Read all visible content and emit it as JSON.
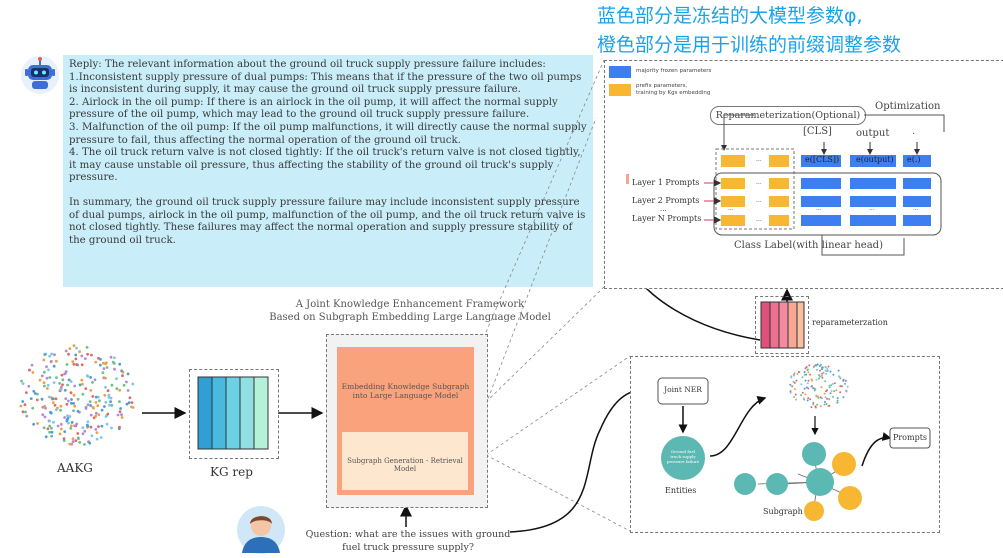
{
  "header": {
    "line1": "蓝色部分是冻结的大模型参数φ,",
    "line2": "橙色部分是用于训练的前缀调整参数"
  },
  "reply": {
    "intro": "Reply: The relevant information about the ground oil truck supply pressure failure includes:",
    "items": [
      "1.Inconsistent supply pressure of dual pumps: This means that if the pressure of the two oil pumps is inconsistent during supply, it may cause the ground oil truck supply pressure failure.",
      "2. Airlock in the oil pump: If there is an airlock in the oil pump, it will affect the normal supply pressure of the oil pump, which may lead to the ground oil truck supply pressure failure.",
      "3. Malfunction of the oil pump: If the oil pump malfunctions, it will directly cause the normal supply pressure to fail, thus affecting the normal operation of the ground oil truck.",
      "4. The oil truck return valve is not closed tightly: If the oil truck's return valve is not closed tightly, it may cause unstable oil pressure, thus affecting the stability of the ground oil truck's supply pressure."
    ],
    "summary": "In summary, the ground oil truck supply pressure failure may include inconsistent supply pressure of dual pumps, airlock in the oil pump, malfunction of the oil pump, and the oil truck return valve is not closed tightly. These failures may affect the normal operation and supply pressure stability of the ground oil truck."
  },
  "framework": {
    "title_line1": "A Joint Knowledge Enhancement Framework",
    "title_line2": "Based on Subgraph Embedding Large Language Model",
    "embed_label": "Embedding Knowledge Subgraph into Large Language Model",
    "retrieval_label": "Subgraph Generation - Retrieval Model"
  },
  "left": {
    "aakg_label": "AAKG",
    "kgrep_label": "KG rep"
  },
  "question": {
    "line1": "Question: what are the issues with ground",
    "line2": "fuel truck pressure supply?"
  },
  "prefix_panel": {
    "legend_blue": "majority frozen parameters",
    "legend_orange_1": "prefix parameters,",
    "legend_orange_2": "training by Kgs embedding",
    "optimization": "Optimization",
    "reparam_optional": "Reparameterization(Optional)",
    "cls": "[CLS]",
    "output": "output",
    "dot": ".",
    "e_cls": "e([CLS])",
    "e_output": "e(output)",
    "e_dot": "e(.)",
    "layer1": "Layer 1 Prompts",
    "layer2": "Layer 2 Prompts",
    "layerdots": "...",
    "layerN": "Layer N Prompts",
    "ellipsis": "...",
    "class_label": "Class Label(with linear head)"
  },
  "reparam_label": "reparameterzation",
  "subgraph_panel": {
    "joint_ner": "Joint NER",
    "entity_text": "Ground fuel truck supply pressure failure",
    "entities": "Entities",
    "subgraph": "Subgraph",
    "prompts": "Prompts"
  },
  "colors": {
    "reply_bg": "#c9eef9",
    "orange": "#f7b733",
    "blue": "#3d7ff0",
    "salmon": "#f9a27c",
    "teal": "#5cb8b2"
  }
}
